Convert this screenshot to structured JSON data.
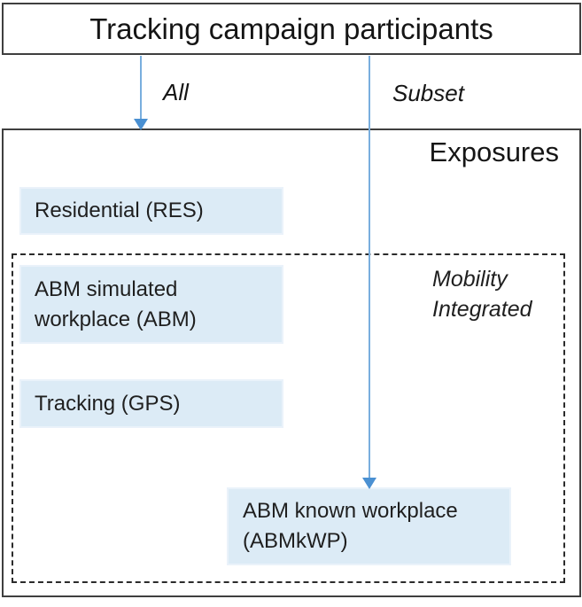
{
  "diagram": {
    "title": "Tracking campaign participants",
    "flows": [
      {
        "id": "all",
        "label": "All"
      },
      {
        "id": "subset",
        "label": "Subset"
      }
    ],
    "exposures": {
      "title": "Exposures",
      "items": {
        "residential": "Residential (RES)",
        "abm": "ABM simulated\nworkplace (ABM)",
        "gps": "Tracking (GPS)",
        "abmkwp": "ABM known workplace\n(ABMkWP)"
      },
      "mobility_group_label": "Mobility\nIntegrated"
    },
    "colors": {
      "arrow_blue": "#5b9bd5",
      "item_fill": "#dcebf6",
      "solid_border": "#3f3f3f",
      "dashed_border": "#2b2b2b"
    }
  }
}
